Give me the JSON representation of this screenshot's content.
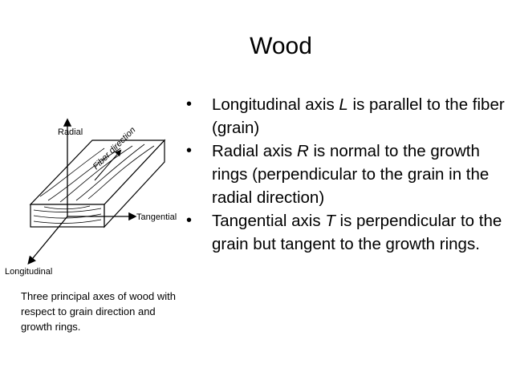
{
  "slide": {
    "title": "Wood",
    "bullets": [
      {
        "parts": [
          "Longitudinal axis ",
          "L",
          " is parallel to the fiber (grain)"
        ]
      },
      {
        "parts": [
          " Radial axis ",
          "R",
          " is normal to the growth rings (perpendicular to the grain in the radial direction)"
        ]
      },
      {
        "parts": [
          "Tangential axis ",
          "T",
          " is perpendicular to the grain but tangent to the growth rings."
        ]
      }
    ],
    "bullet_char": "•"
  },
  "figure": {
    "labels": {
      "radial": "Radial",
      "fiber_direction": "Fiber direction",
      "tangential": "Tangential",
      "longitudinal": "Longitudinal"
    },
    "caption": "Three principal axes of wood with respect to grain direction and growth rings."
  }
}
